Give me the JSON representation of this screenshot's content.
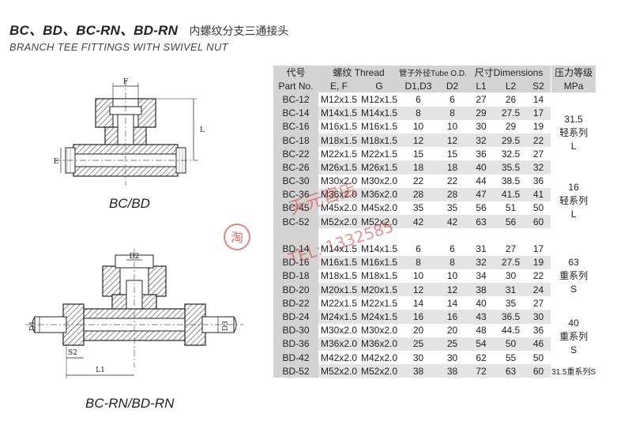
{
  "header": {
    "models": "BC、BD、BC-RN、BD-RN",
    "title_cn": "内螺纹分支三通接头",
    "title_en": "BRANCH TEE FITTINGS WITH SWIVEL NUT"
  },
  "drawings": {
    "top": {
      "caption": "BC/BD",
      "dim_labels": [
        "F",
        "E",
        "L"
      ]
    },
    "bottom": {
      "caption": "BC-RN/BD-RN",
      "dim_labels": [
        "D2",
        "D1",
        "D3",
        "S2",
        "L1"
      ]
    }
  },
  "table": {
    "header_row1": {
      "code_cn": "代号",
      "thread": "螺纹  Thread",
      "tube_od": "管子外径Tube O.D.",
      "dimensions": "尺寸Dimensions",
      "pressure_cn": "压力等级"
    },
    "header_row2": {
      "part_no": "Part No.",
      "ef": "E, F",
      "g": "G",
      "d1d3": "D1,D3",
      "d2": "D2",
      "l1": "L1",
      "l2": "L2",
      "s2": "S2",
      "mpa": "MPa"
    },
    "bc_rows": [
      [
        "BC-12",
        "M12x1.5",
        "M12x1.5",
        "6",
        "6",
        "27",
        "26",
        "14"
      ],
      [
        "BC-14",
        "M14x1.5",
        "M14x1.5",
        "8",
        "8",
        "29",
        "27.5",
        "17"
      ],
      [
        "BC-16",
        "M16x1.5",
        "M16x1.5",
        "10",
        "10",
        "30",
        "29",
        "19"
      ],
      [
        "BC-18",
        "M18x1.5",
        "M18x1.5",
        "12",
        "12",
        "32",
        "29.5",
        "22"
      ],
      [
        "BC-22",
        "M22x1.5",
        "M22x1.5",
        "15",
        "15",
        "36",
        "32.5",
        "27"
      ],
      [
        "BC-26",
        "M26x1.5",
        "M26x1.5",
        "18",
        "18",
        "40",
        "35.5",
        "32"
      ],
      [
        "BC-30",
        "M30x2.0",
        "M30x2.0",
        "22",
        "22",
        "44",
        "38.5",
        "36"
      ],
      [
        "BC-36",
        "M36x2.0",
        "M36x2.0",
        "28",
        "28",
        "47",
        "41.5",
        "41"
      ],
      [
        "BC-45",
        "M45x2.0",
        "M45x2.0",
        "35",
        "35",
        "56",
        "51",
        "50"
      ],
      [
        "BC-52",
        "M52x2.0",
        "M52x2.0",
        "42",
        "42",
        "63",
        "56",
        "60"
      ]
    ],
    "bd_rows": [
      [
        "BD-14",
        "M14x1.5",
        "M14x1.5",
        "6",
        "6",
        "31",
        "27",
        "17"
      ],
      [
        "BD-16",
        "M16x1.5",
        "M16x1.5",
        "8",
        "8",
        "32",
        "27.5",
        "19"
      ],
      [
        "BD-18",
        "M18x1.5",
        "M18x1.5",
        "10",
        "10",
        "34",
        "30",
        "22"
      ],
      [
        "BD-20",
        "M20x1.5",
        "M20x1.5",
        "12",
        "12",
        "38",
        "31",
        "24"
      ],
      [
        "BD-22",
        "M22x1.5",
        "M22x1.5",
        "14",
        "14",
        "40",
        "35",
        "27"
      ],
      [
        "BD-24",
        "M24x1.5",
        "M24x1.5",
        "16",
        "16",
        "43",
        "36.5",
        "30"
      ],
      [
        "BD-30",
        "M30x2.0",
        "M30x2.0",
        "20",
        "20",
        "48",
        "44.5",
        "36"
      ],
      [
        "BD-36",
        "M36x2.0",
        "M36x2.0",
        "25",
        "25",
        "54",
        "50",
        "46"
      ],
      [
        "BD-42",
        "M42x2.0",
        "M42x2.0",
        "30",
        "30",
        "62",
        "55",
        "50"
      ],
      [
        "BD-52",
        "M52x2.0",
        "M52x2.0",
        "38",
        "38",
        "72",
        "63",
        "60"
      ]
    ],
    "pressure_groups": {
      "g1": [
        "31.5",
        "轻系列",
        "L"
      ],
      "g2": [
        "16",
        "轻系列",
        "L"
      ],
      "g3": [
        "63",
        "重系列",
        "S"
      ],
      "g4": [
        "40",
        "重系列",
        "S"
      ],
      "g5": "31.5重系列S"
    }
  },
  "colors": {
    "shaded": "#d3d3d3",
    "stripe": "#e4e4e4",
    "watermark": "#d22d2d",
    "hatch": "#444444"
  },
  "watermark": {
    "lines": [
      "天元官店",
      "TEL: 1332585"
    ],
    "seal": "淘"
  }
}
